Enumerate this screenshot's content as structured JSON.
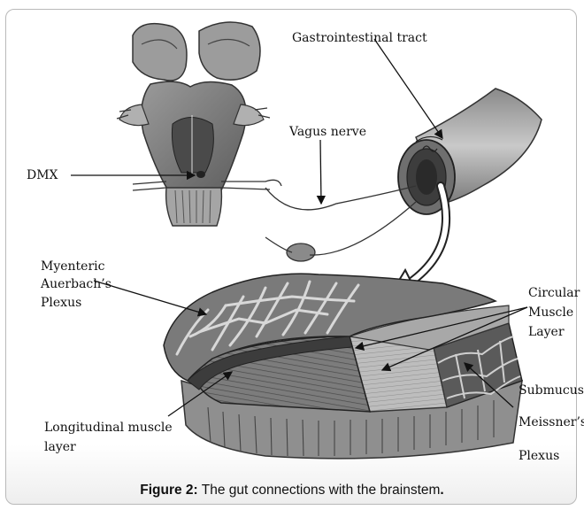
{
  "labels": {
    "gastro": "Gastrointestinal tract",
    "vagus": "Vagus nerve",
    "dmx": "DMX",
    "myenteric": [
      "Myenteric",
      "Auerbach’s",
      "Plexus"
    ],
    "circular": [
      "Circular",
      "Muscle",
      "Layer"
    ],
    "submucus": "Submucus",
    "meissner": "Meissner’s",
    "plexus": "Plexus",
    "longitudinal": [
      "Longitudinal muscle",
      "layer"
    ]
  },
  "caption": {
    "prefix": "Figure 2:",
    "text": " The gut connections with the brainstem",
    "suffix": "."
  }
}
